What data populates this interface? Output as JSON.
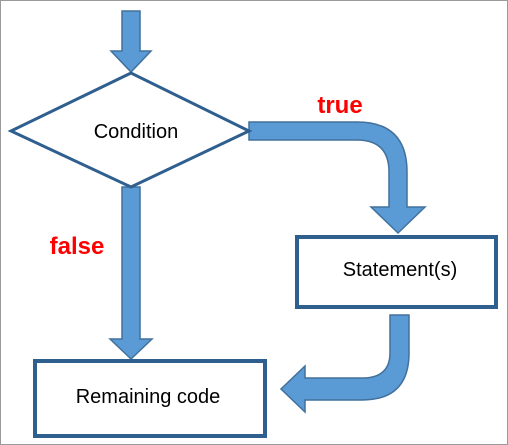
{
  "nodes": {
    "condition": "Condition",
    "statements": "Statement(s)",
    "remaining": "Remaining code"
  },
  "branches": {
    "true_label": "true",
    "false_label": "false"
  },
  "colors": {
    "arrow_fill": "#5b9bd5",
    "arrow_stroke": "#41719c",
    "box_border": "#2f5f8f",
    "label_red": "#ff0000"
  }
}
